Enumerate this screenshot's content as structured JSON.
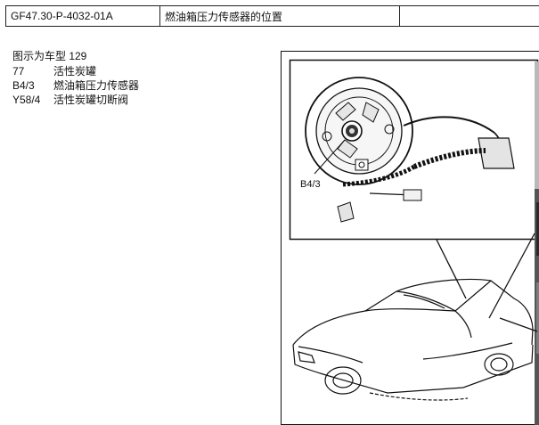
{
  "header": {
    "doc_id": "GF47.30-P-4032-01A",
    "title": "燃油箱压力传感器的位置",
    "extra": ""
  },
  "legend": {
    "caption": "图示为车型 129",
    "items": [
      {
        "code": "77",
        "label": "活性炭罐"
      },
      {
        "code": "B4/3",
        "label": "燃油箱压力传感器"
      },
      {
        "code": "Y58/4",
        "label": "活性炭罐切断阀"
      }
    ]
  },
  "figure": {
    "callout_label": "B4/3"
  }
}
